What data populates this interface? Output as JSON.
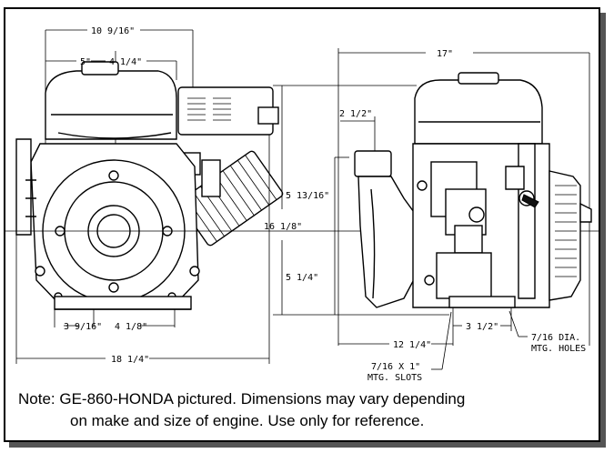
{
  "dimensions": {
    "overall_width_front": "10 9/16\"",
    "left_half": "5\"",
    "right_half": "4 1/4\"",
    "overall_length": "17\"",
    "inlet_offset": "2 1/2\"",
    "upper_height": "5 13/16\"",
    "total_height": "16 1/8\"",
    "lower_height": "5 1/4\"",
    "base_left": "3 9/16\"",
    "base_right": "4 1/8\"",
    "overall_base": "18 1/4\"",
    "side_base": "12 1/4\"",
    "hole_spacing": "3 1/2\"",
    "holes_line1": "7/16 DIA.",
    "holes_line2": "MTG. HOLES",
    "slots_line1": "7/16 X 1\"",
    "slots_line2": "MTG. SLOTS"
  },
  "note": {
    "line1": "Note:  GE-860-HONDA pictured.  Dimensions may vary depending",
    "line2": "on make and size of engine.  Use only for reference."
  }
}
